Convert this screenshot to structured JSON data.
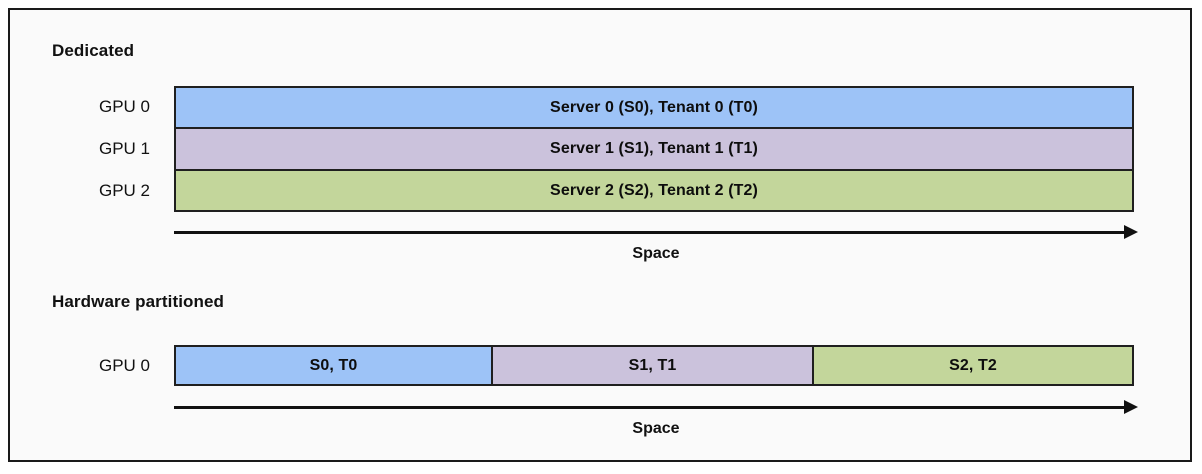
{
  "figure": {
    "background": "#fafafa",
    "border_color": "#1a1a1a"
  },
  "palette": {
    "blue": "#9dc3f7",
    "purple": "#cbc2dc",
    "green": "#c3d69b",
    "outline": "#1f1f1f",
    "text": "#111111"
  },
  "sections": [
    {
      "title": "Dedicated",
      "rows": [
        {
          "label": "GPU 0",
          "text": "Server 0 (S0), Tenant 0 (T0)",
          "color": "#9dc3f7"
        },
        {
          "label": "GPU 1",
          "text": "Server 1 (S1), Tenant 1 (T1)",
          "color": "#cbc2dc"
        },
        {
          "label": "GPU 2",
          "text": "Server 2 (S2), Tenant 2 (T2)",
          "color": "#c3d69b"
        }
      ],
      "axis_caption": "Space"
    },
    {
      "title": "Hardware partitioned",
      "rows": [
        {
          "label": "GPU 0",
          "segments": [
            {
              "text": "S0, T0",
              "color": "#9dc3f7",
              "width_pct": 33.1
            },
            {
              "text": "S1, T1",
              "color": "#cbc2dc",
              "width_pct": 33.4
            },
            {
              "text": "S2, T2",
              "color": "#c3d69b",
              "width_pct": 33.5
            }
          ]
        }
      ],
      "axis_caption": "Space"
    }
  ]
}
